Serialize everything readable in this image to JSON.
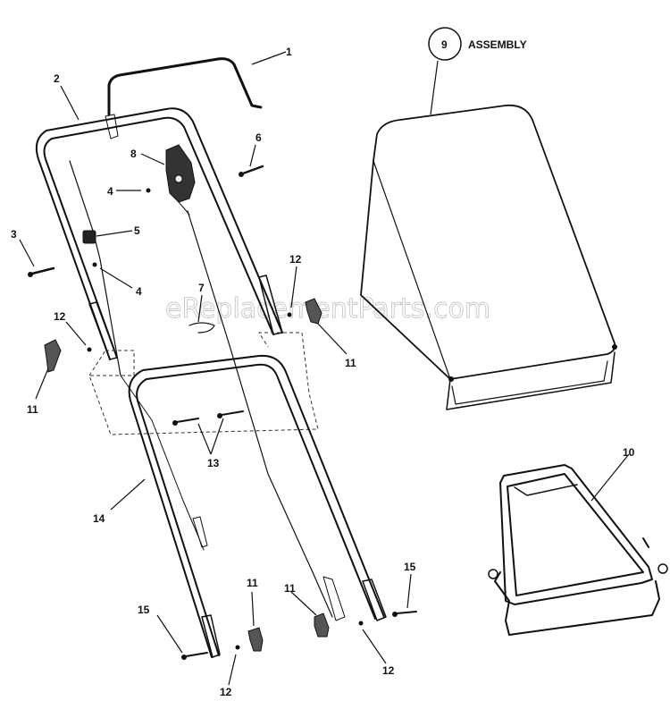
{
  "watermark": "eReplacementParts.com",
  "assembly_label": "ASSEMBLY",
  "callouts": {
    "c1": "1",
    "c2": "2",
    "c3": "3",
    "c4a": "4",
    "c4b": "4",
    "c5": "5",
    "c6": "6",
    "c7": "7",
    "c8": "8",
    "c9": "9",
    "c10": "10",
    "c11a": "11",
    "c11b": "11",
    "c11c": "11",
    "c11d": "11",
    "c12a": "12",
    "c12b": "12",
    "c12c": "12",
    "c12d": "12",
    "c13": "13",
    "c14": "14",
    "c15a": "15",
    "c15b": "15"
  }
}
